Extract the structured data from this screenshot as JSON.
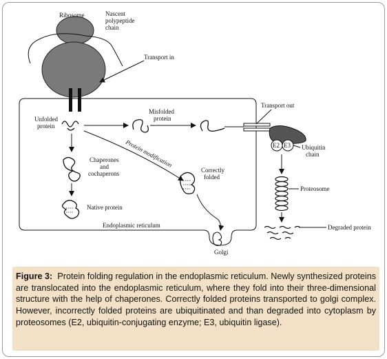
{
  "labels": {
    "ribosome": "Ribosome",
    "nascent_line1": "Nascent",
    "nascent_line2": "polypeptide",
    "nascent_line3": "chain",
    "transport_in": "Transport in",
    "transport_out": "Transport out",
    "unfolded_line1": "Unfolded",
    "unfolded_line2": "protein",
    "misfolded_line1": "Misfolded",
    "misfolded_line2": "protein",
    "protein_modification": "Protein modification",
    "chaperones_line1": "Chaperones",
    "chaperones_line2": "and",
    "chaperones_line3": "cochaperons",
    "correctly_line1": "Correctly",
    "correctly_line2": "folded",
    "native_protein": "Native protein",
    "er": "Endoplasmic reticulum",
    "golgi": "Golgi",
    "e2": "E2",
    "e3": "E3",
    "ubiquitin_line1": "Ubiquitin",
    "ubiquitin_line2": "chain",
    "proteosome": "Proteosome",
    "degraded_protein": "Degraded protein"
  },
  "caption": {
    "label": "Figure 3:",
    "text": "Protein folding regulation in the endoplasmic reticulum. Newly synthesized proteins are translocated into the endoplasmic reticulum, where they fold into their three-dimensional structure with the help of chaperones. Correctly folded proteins transported to golgi complex. However, incorrectly folded proteins are ubiquitinated and than degraded into cytoplasm by proteosomes (E2, ubiquitin-conjugating enzyme; E3, ubiquitin ligase)."
  },
  "colors": {
    "caption_background": "#f2e1c6",
    "ribosome_fill": "#7a7a7a",
    "ubiquitin_fill": "#555555"
  }
}
